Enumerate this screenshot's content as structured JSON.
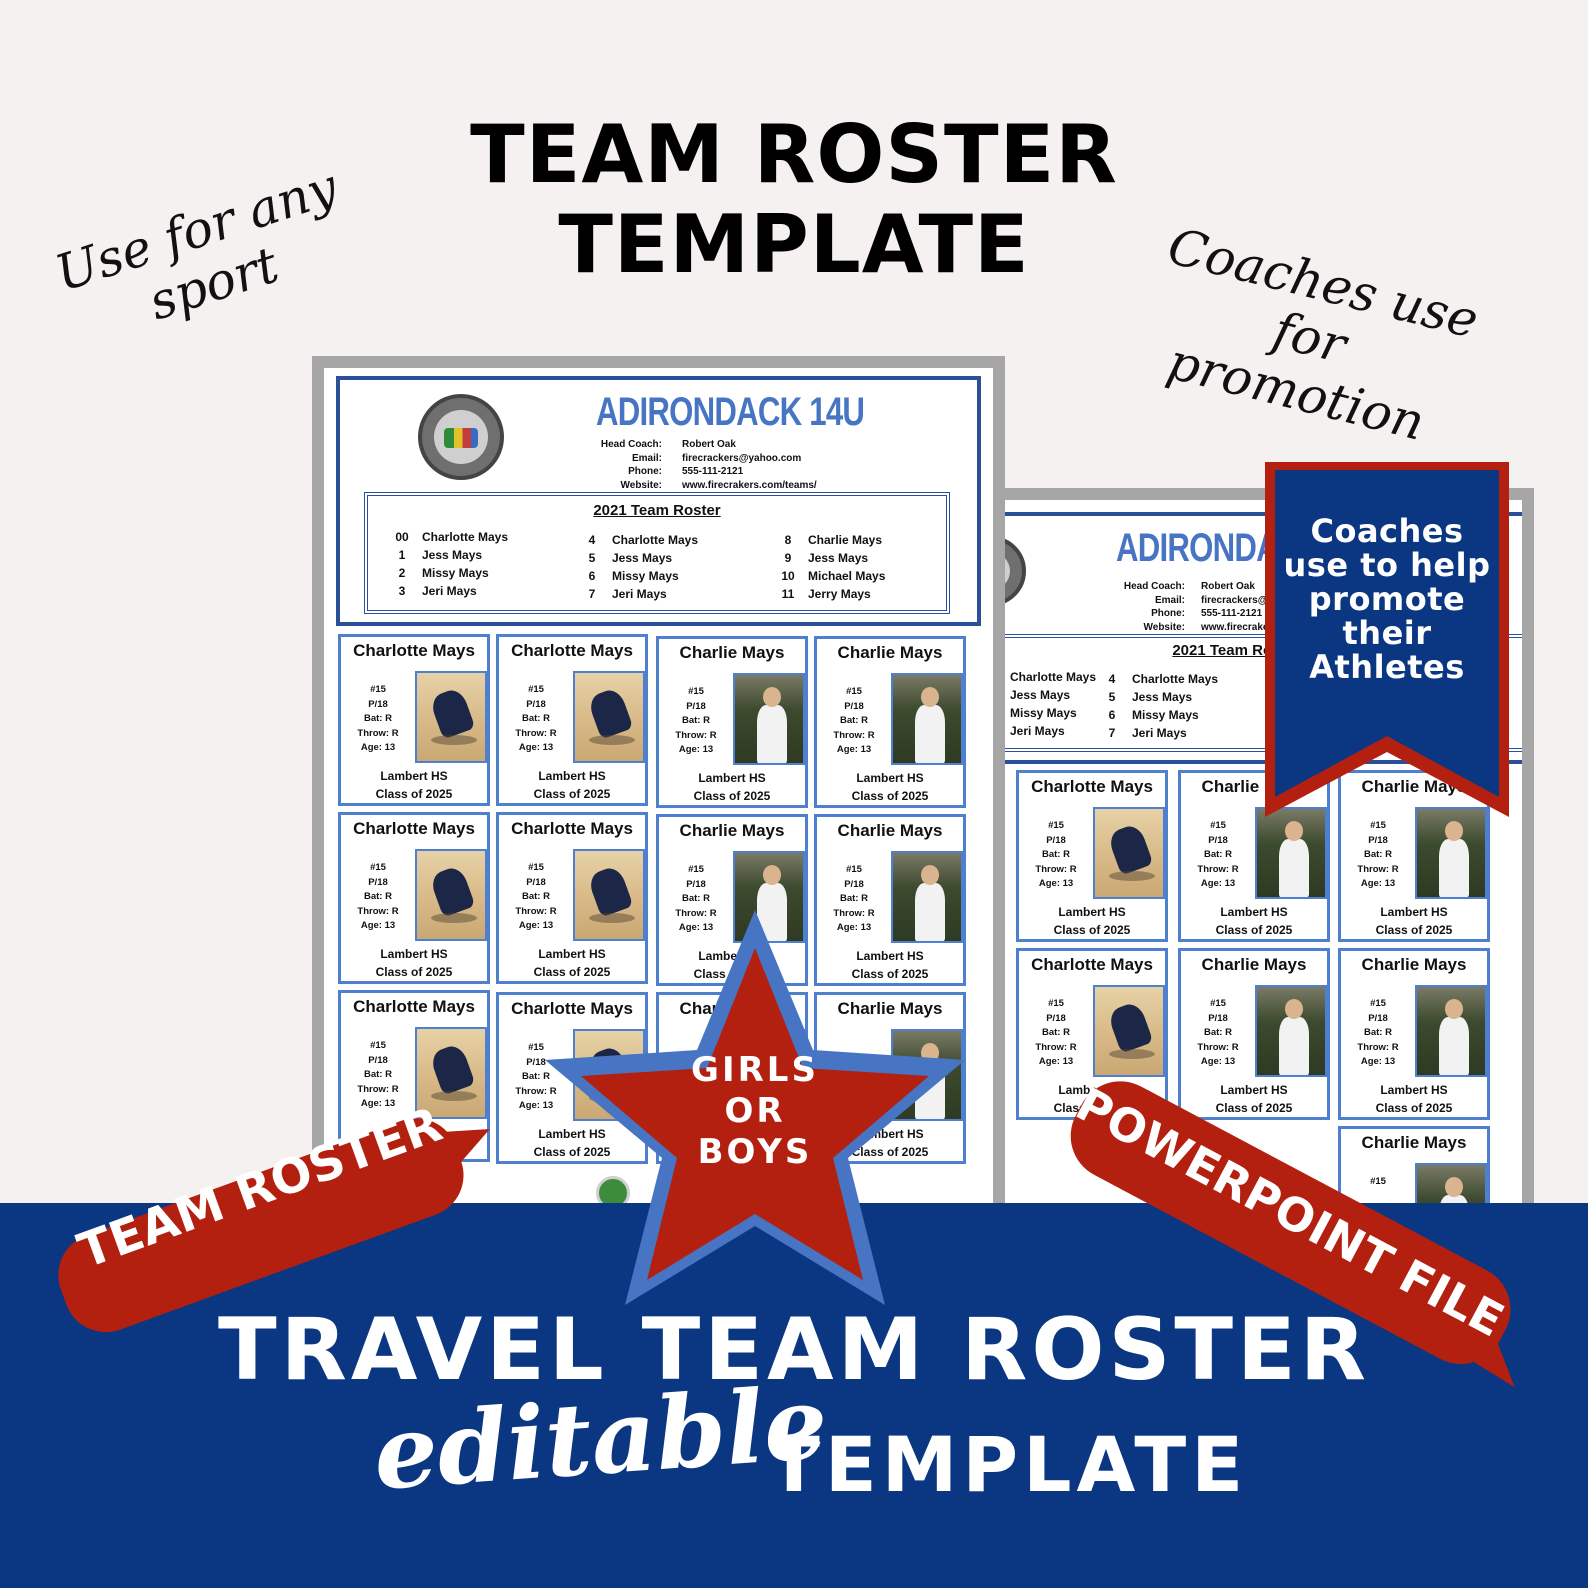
{
  "title": {
    "line1": "TEAM ROSTER",
    "line2": "TEMPLATE"
  },
  "side_left": "Use for any sport",
  "side_right": "Coaches use for promotion",
  "ribbon": "Coaches use to help promote their Athletes",
  "star": {
    "line1": "GIRLS",
    "line2": "OR",
    "line3": "BOYS"
  },
  "bubble_left": "TEAM ROSTER",
  "bubble_right": "POWERPOINT FILE",
  "band": {
    "line1": "TRAVEL TEAM ROSTER",
    "script": "editable",
    "template": "TEMPLATE"
  },
  "colors": {
    "navy": "#0b3782",
    "red": "#b32010",
    "accent_blue": "#4775c4",
    "background": "#f4f1f0"
  },
  "sheet": {
    "team_name": "ADIRONDACK 14U",
    "labels": [
      "Head Coach:",
      "Email:",
      "Phone:",
      "Website:"
    ],
    "values": [
      "Robert Oak",
      "firecrackers@yahoo.com",
      "555-111-2121",
      "www.firecrakers.com/teams/"
    ],
    "roster_title": "2021 Team Roster",
    "roster_cols": [
      [
        [
          "00",
          "Charlotte Mays"
        ],
        [
          "1",
          "Jess Mays"
        ],
        [
          "2",
          "Missy Mays"
        ],
        [
          "3",
          "Jeri Mays"
        ]
      ],
      [
        [
          "4",
          "Charlotte Mays"
        ],
        [
          "5",
          "Jess Mays"
        ],
        [
          "6",
          "Missy Mays"
        ],
        [
          "7",
          "Jeri Mays"
        ]
      ],
      [
        [
          "8",
          "Charlie Mays"
        ],
        [
          "9",
          "Jess Mays"
        ],
        [
          "10",
          "Michael Mays"
        ],
        [
          "11",
          "Jerry Mays"
        ]
      ]
    ],
    "card_stats": [
      "#15",
      "P/18",
      "Bat: R",
      "Throw: R",
      "Age: 13"
    ],
    "card_school": [
      "Lambert HS",
      "Class of 2025"
    ],
    "card_names": [
      "Charlotte Mays",
      "Charlotte Mays",
      "Charlie Mays",
      "Charlie Mays"
    ]
  }
}
